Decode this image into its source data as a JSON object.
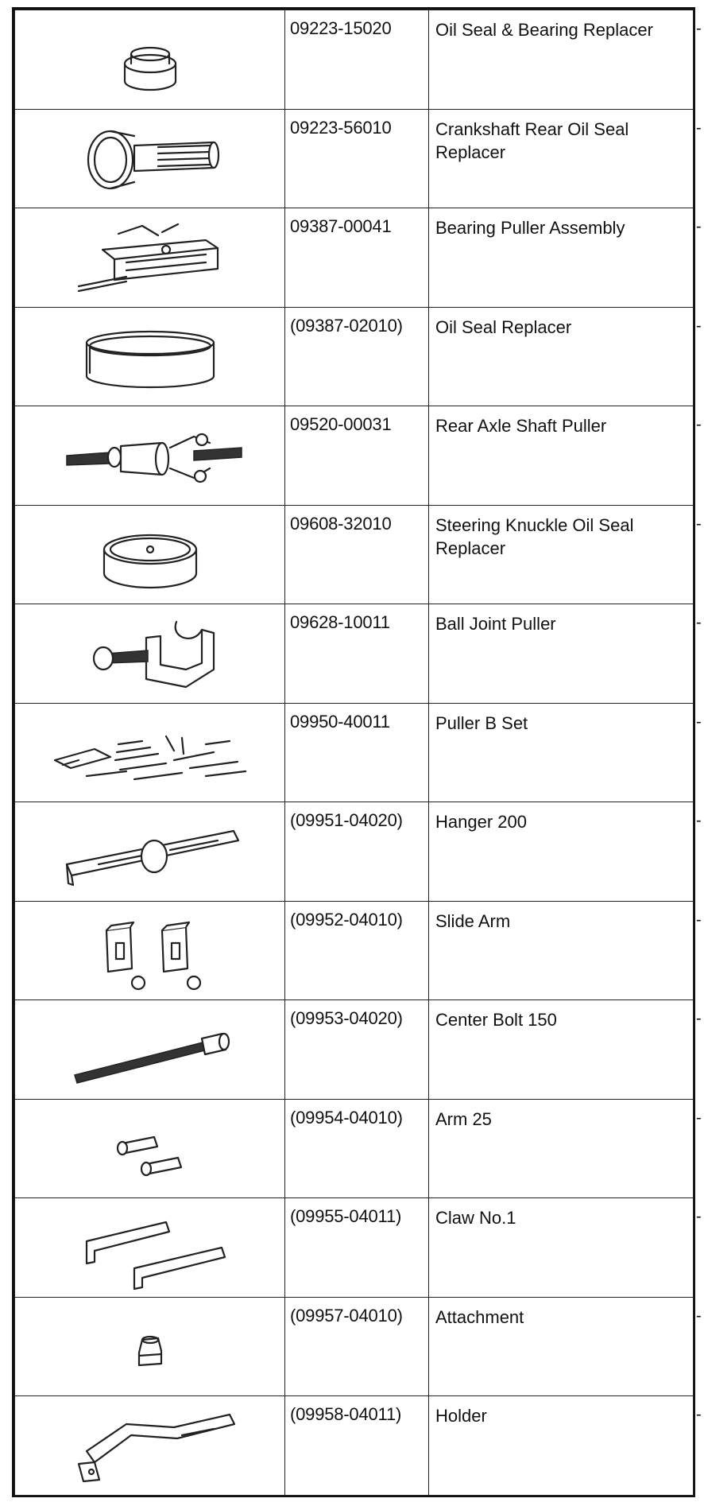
{
  "tools": [
    {
      "part_no": "09223-15020",
      "name": "Oil Seal & Bearing Replacer",
      "note": "-",
      "icon": "seal-replacer-ring-icon"
    },
    {
      "part_no": "09223-56010",
      "name": "Crankshaft Rear Oil Seal Replacer",
      "note": "-",
      "icon": "crankshaft-seal-replacer-icon"
    },
    {
      "part_no": "09387-00041",
      "name": "Bearing Puller Assembly",
      "note": "-",
      "icon": "bearing-puller-icon"
    },
    {
      "part_no": "(09387-02010)",
      "name": "Oil Seal Replacer",
      "note": "-",
      "icon": "seal-ring-icon"
    },
    {
      "part_no": "09520-00031",
      "name": "Rear Axle Shaft Puller",
      "note": "-",
      "icon": "axle-shaft-puller-icon"
    },
    {
      "part_no": "09608-32010",
      "name": "Steering Knuckle Oil Seal Replacer",
      "note": "-",
      "icon": "knuckle-seal-replacer-icon"
    },
    {
      "part_no": "09628-10011",
      "name": "Ball Joint Puller",
      "note": "-",
      "icon": "ball-joint-puller-icon"
    },
    {
      "part_no": "09950-40011",
      "name": "Puller B Set",
      "note": "-",
      "icon": "puller-set-icon"
    },
    {
      "part_no": "(09951-04020)",
      "name": "Hanger 200",
      "note": "-",
      "icon": "hanger-icon"
    },
    {
      "part_no": "(09952-04010)",
      "name": "Slide Arm",
      "note": "-",
      "icon": "slide-arm-icon"
    },
    {
      "part_no": "(09953-04020)",
      "name": "Center Bolt 150",
      "note": "-",
      "icon": "center-bolt-icon"
    },
    {
      "part_no": "(09954-04010)",
      "name": "Arm 25",
      "note": "-",
      "icon": "arm-icon"
    },
    {
      "part_no": "(09955-04011)",
      "name": "Claw No.1",
      "note": "-",
      "icon": "claw-icon"
    },
    {
      "part_no": "(09957-04010)",
      "name": "Attachment",
      "note": "-",
      "icon": "attachment-icon"
    },
    {
      "part_no": "(09958-04011)",
      "name": "Holder",
      "note": "-",
      "icon": "holder-icon"
    }
  ]
}
